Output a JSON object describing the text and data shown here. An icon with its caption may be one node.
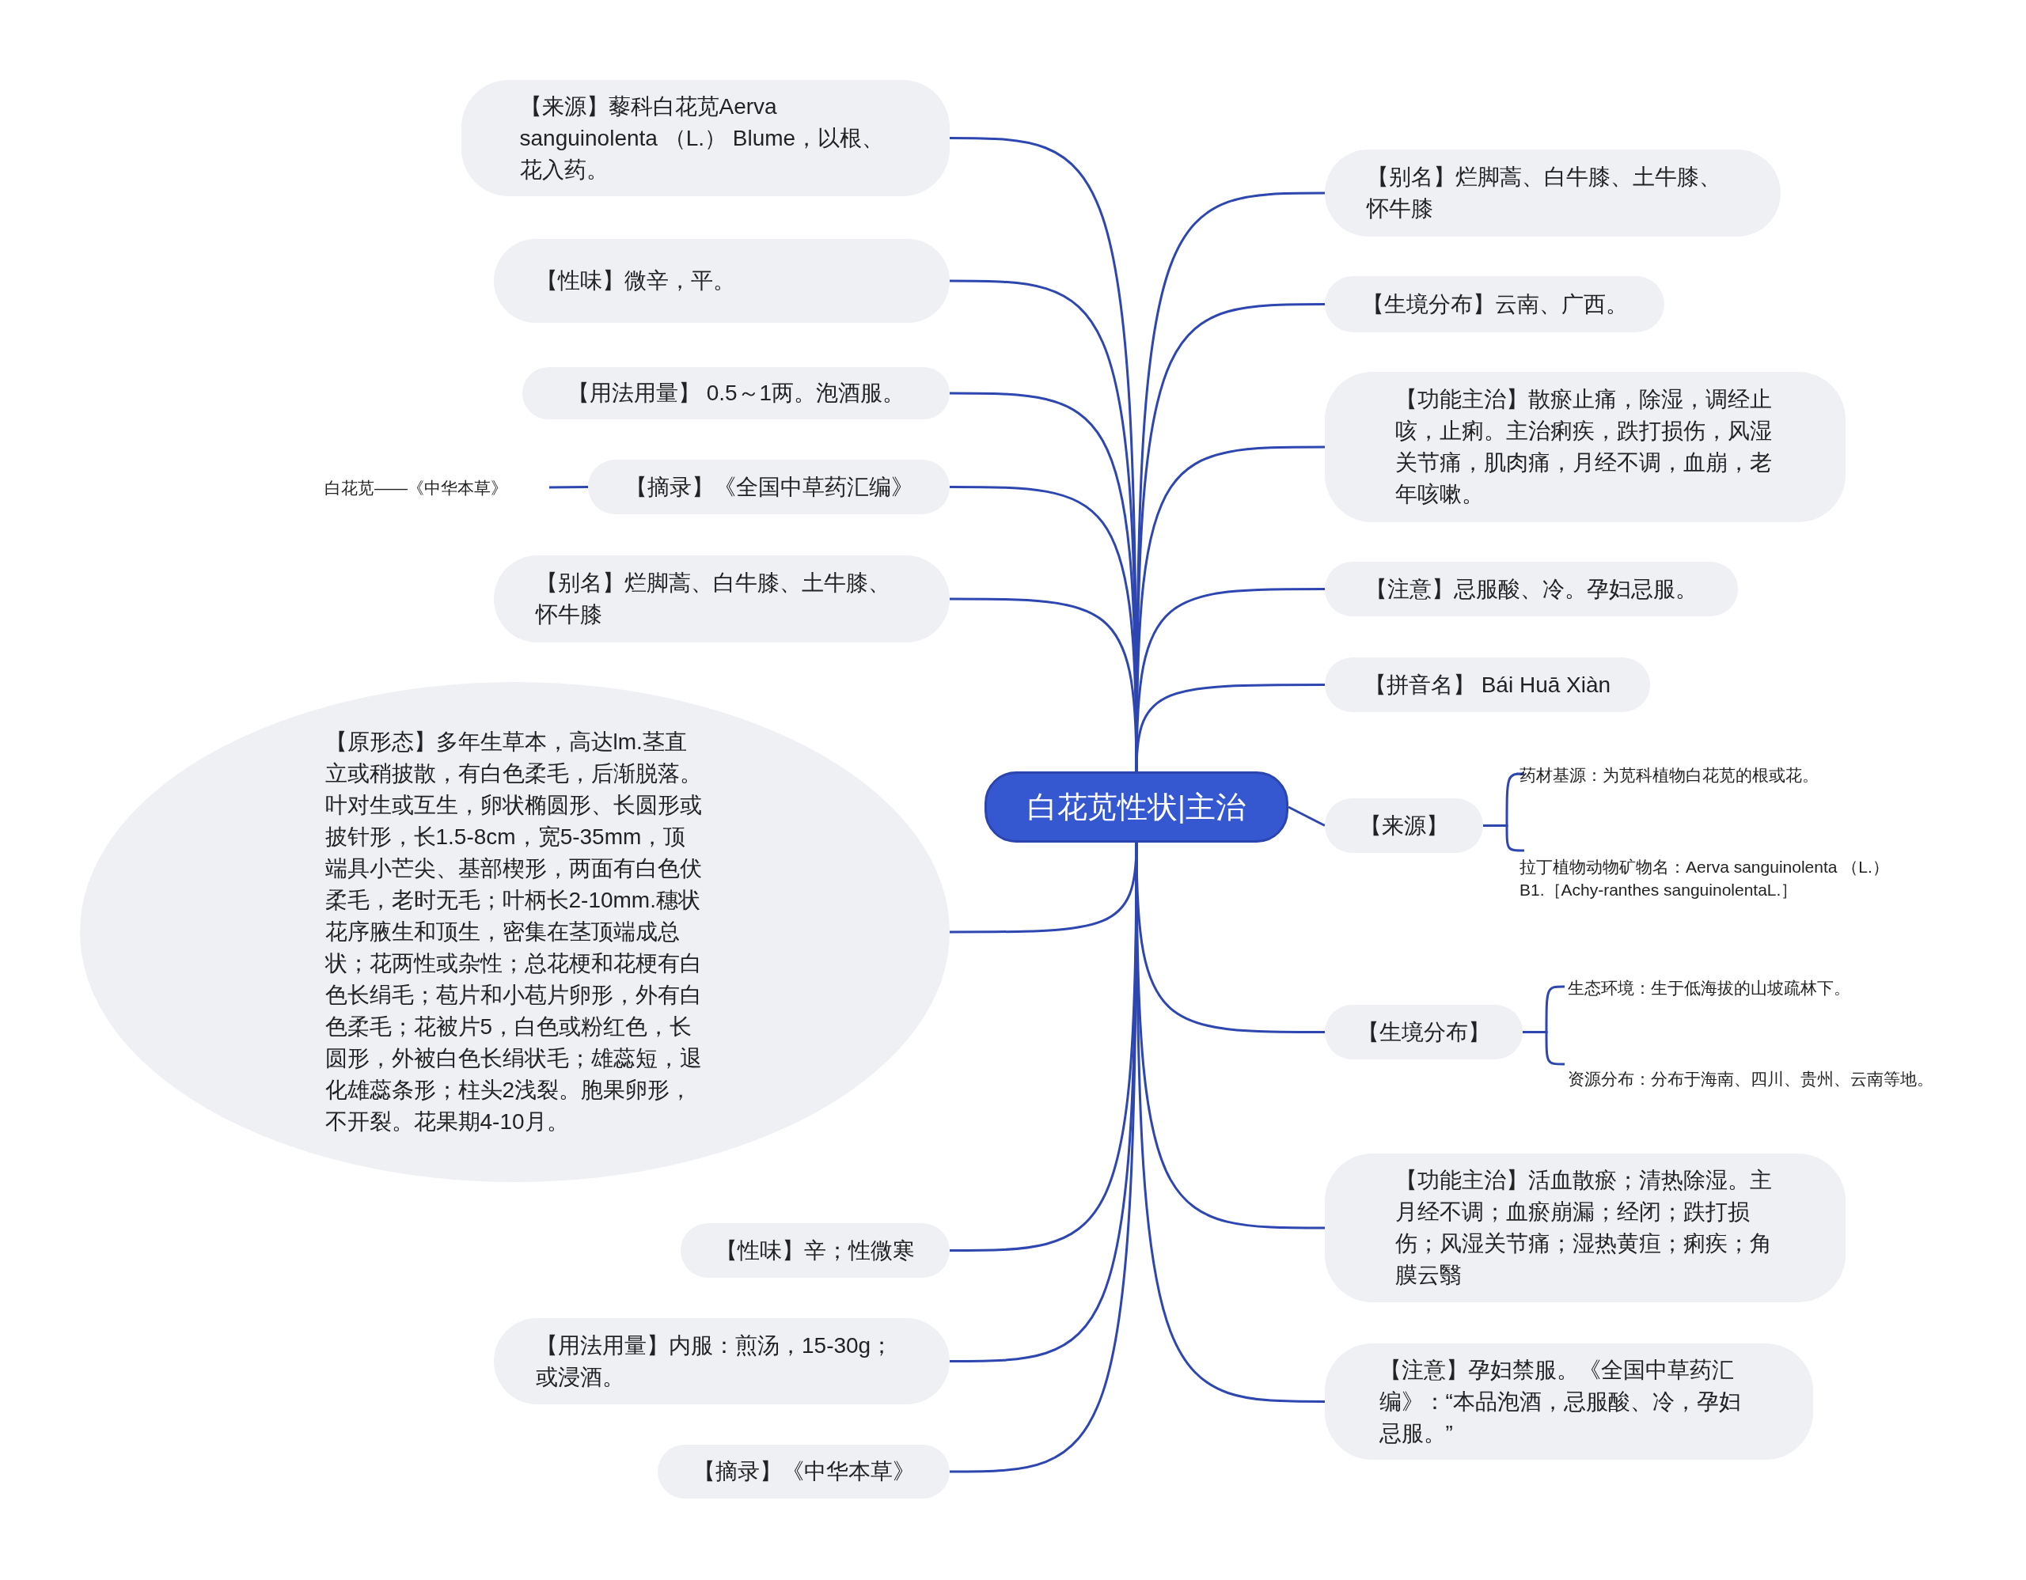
{
  "diagram": {
    "nodes": [
      {
        "text": [
          "白花苋性状|主治"
        ]
      },
      {
        "text": [
          "【来源】藜科白花苋Aerva sanguinolenta （L.） Blume，以根、花入药。"
        ]
      },
      {
        "text": [
          "【性味】微辛，平。"
        ]
      },
      {
        "text": [
          "【用法用量】 0.5～1两。泡酒服。"
        ]
      },
      {
        "text": [
          "【摘录】《全国中草药汇编》"
        ]
      },
      {
        "text": [
          "白花苋——《中华本草》"
        ]
      },
      {
        "text": [
          "【别名】烂脚蒿、白牛膝、土牛膝、怀牛膝"
        ]
      },
      {
        "text": [
          "【原形态】多年生草本，高达lm.茎直立或稍披散，有白色柔毛，后渐脱落。叶对生或互生，卵状椭圆形、长圆形或披针形，长1.5-8cm，宽5-35mm，顶端具小芒尖、基部楔形，两面有白色伏柔毛，老时无毛；叶柄长2-10mm.穗状花序腋生和顶生，密集在茎顶端成总状；花两性或杂性；总花梗和花梗有白色长绢毛；苞片和小苞片卵形，外有白色柔毛；花被片5，白色或粉红色，长圆形，外被白色长绢状毛；雄蕊短，退化雄蕊条形；柱头2浅裂。胞果卵形，不开裂。花果期4-10月。"
        ]
      },
      {
        "text": [
          "【性味】辛；性微寒"
        ]
      },
      {
        "text": [
          "【用法用量】内服：煎汤，15-30g；或浸酒。"
        ]
      },
      {
        "text": [
          "【摘录】《中华本草》"
        ]
      },
      {
        "text": [
          "【别名】烂脚蒿、白牛膝、土牛膝、怀牛膝"
        ]
      },
      {
        "text": [
          "【生境分布】云南、广西。"
        ]
      },
      {
        "text": [
          "【功能主治】散瘀止痛，除湿，调经止咳，止痢。主治痢疾，跌打损伤，风湿关节痛，肌肉痛，月经不调，血崩，老年咳嗽。"
        ]
      },
      {
        "text": [
          "【注意】忌服酸、冷。孕妇忌服。"
        ]
      },
      {
        "text": [
          "【拼音名】 Bái Huā Xiàn"
        ]
      },
      {
        "text": [
          "【来源】"
        ]
      },
      {
        "text": [
          "药材基源：为苋科植物白花苋的根或花。"
        ]
      },
      {
        "text": [
          "拉丁植物动物矿物名：Aerva sanguinolenta （L.）B1.［Achy-ranthes sanguinolentaL.］"
        ]
      },
      {
        "text": [
          "【生境分布】"
        ]
      },
      {
        "text": [
          "生态环境：生于低海拔的山坡疏林下。"
        ]
      },
      {
        "text": [
          "资源分布：分布于海南、四川、贵州、云南等地。"
        ]
      },
      {
        "text": [
          "【功能主治】活血散瘀；清热除湿。主月经不调；血瘀崩漏；经闭；跌打损伤；风湿关节痛；湿热黄疸；痢疾；角膜云翳"
        ]
      },
      {
        "text": [
          "【注意】孕妇禁服。《全国中草药汇编》：“本品泡酒，忌服酸、冷，孕妇忌服。”"
        ]
      }
    ],
    "edges": [
      {
        "from": 0,
        "to": 1,
        "arrow": "none"
      },
      {
        "from": 0,
        "to": 2,
        "arrow": "none"
      },
      {
        "from": 0,
        "to": 3,
        "arrow": "none"
      },
      {
        "from": 0,
        "to": 4,
        "arrow": "none"
      },
      {
        "from": 4,
        "to": 5,
        "arrow": "none"
      },
      {
        "from": 0,
        "to": 6,
        "arrow": "none"
      },
      {
        "from": 0,
        "to": 7,
        "arrow": "none"
      },
      {
        "from": 0,
        "to": 8,
        "arrow": "none"
      },
      {
        "from": 0,
        "to": 9,
        "arrow": "none"
      },
      {
        "from": 0,
        "to": 10,
        "arrow": "none"
      },
      {
        "from": 0,
        "to": 11,
        "arrow": "none"
      },
      {
        "from": 0,
        "to": 12,
        "arrow": "none"
      },
      {
        "from": 0,
        "to": 13,
        "arrow": "none"
      },
      {
        "from": 0,
        "to": 14,
        "arrow": "none"
      },
      {
        "from": 0,
        "to": 15,
        "arrow": "none"
      },
      {
        "from": 0,
        "to": 16,
        "arrow": "none"
      },
      {
        "from": 16,
        "to": 17,
        "arrow": "none"
      },
      {
        "from": 16,
        "to": 18,
        "arrow": "none"
      },
      {
        "from": 0,
        "to": 19,
        "arrow": "none"
      },
      {
        "from": 19,
        "to": 20,
        "arrow": "none"
      },
      {
        "from": 19,
        "to": 21,
        "arrow": "none"
      },
      {
        "from": 0,
        "to": 22,
        "arrow": "none"
      },
      {
        "from": 0,
        "to": 23,
        "arrow": "none"
      }
    ]
  }
}
